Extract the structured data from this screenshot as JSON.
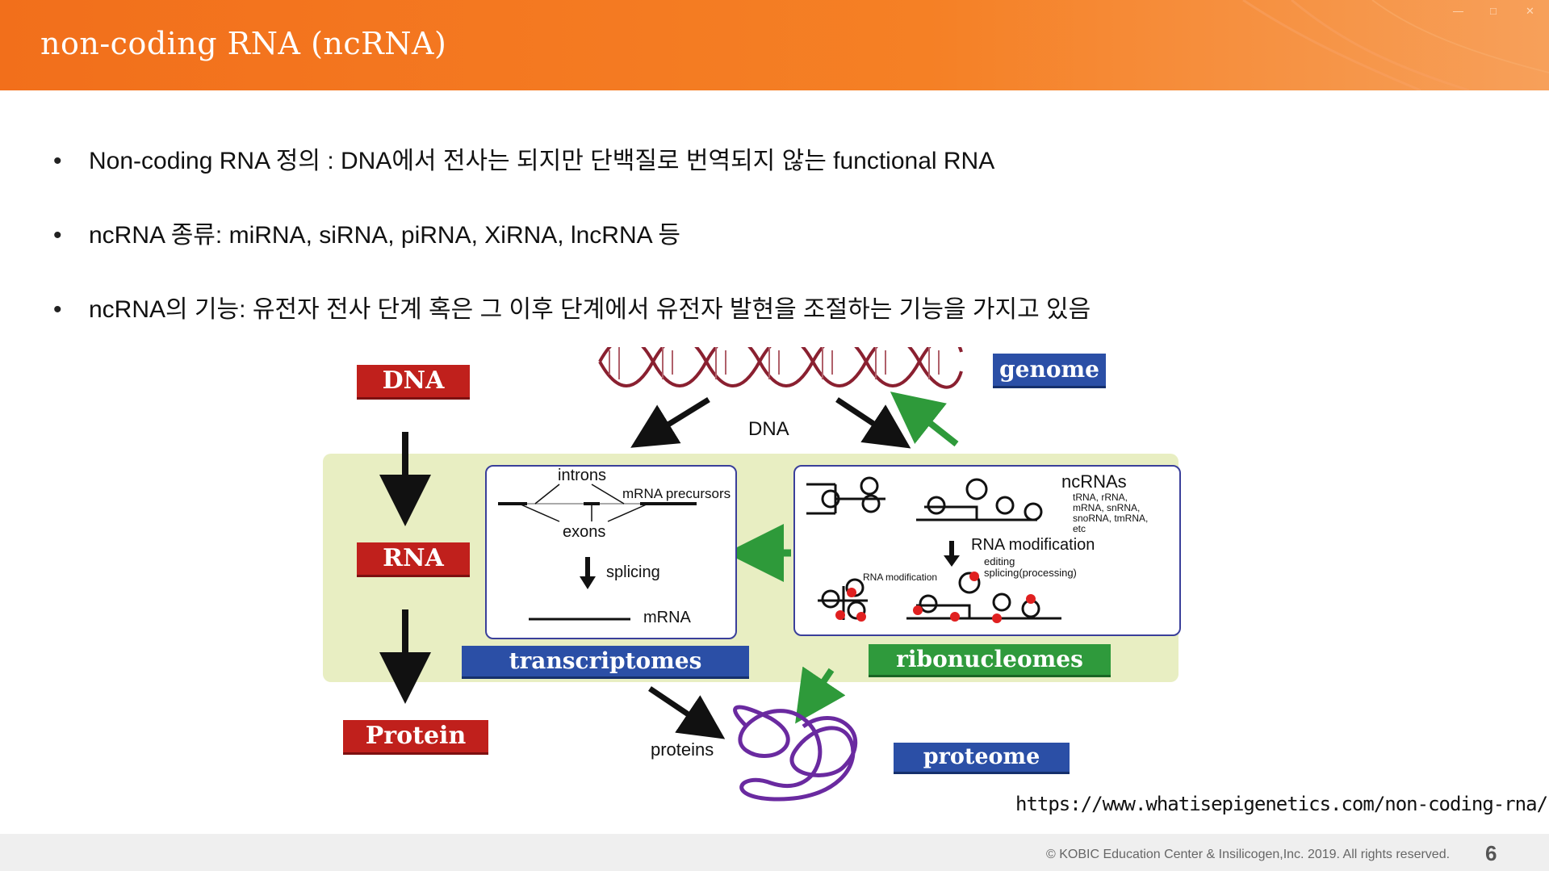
{
  "slide": {
    "title": "non-coding RNA (ncRNA)",
    "window_controls": [
      "—",
      "□",
      "✕"
    ]
  },
  "bullets": [
    {
      "marker": "•",
      "text": "Non-coding RNA 정의 : DNA에서 전사는 되지만 단백질로 번역되지 않는 functional RNA"
    },
    {
      "marker": "•",
      "text": "ncRNA 종류: miRNA, siRNA, piRNA, XiRNA, lncRNA 등"
    },
    {
      "marker": "•",
      "text": "ncRNA의 기능: 유전자 전사 단계 혹은 그 이후 단계에서 유전자 발현을 조절하는 기능을 가지고 있음"
    }
  ],
  "figure": {
    "left_labels": {
      "dna": "DNA",
      "rna": "RNA",
      "protein": "Protein"
    },
    "genome_label": "genome",
    "dna_text": "DNA",
    "introns": "introns",
    "mrna_precursors": "mRNA precursors",
    "exons": "exons",
    "splicing": "splicing",
    "mrna": "mRNA",
    "ncrnas": "ncRNAs",
    "ncrna_types_1": "tRNA, rRNA,",
    "ncrna_types_2": "mRNA, snRNA,",
    "ncrna_types_3": "snoRNA, tmRNA,",
    "ncrna_types_4": "etc",
    "rna_modification": "RNA modification",
    "editing": "editing",
    "splicing_processing": "splicing(processing)",
    "rna_modification_small": "RNA modification",
    "transcriptomes": "transcriptomes",
    "ribonucleomes": "ribonucleomes",
    "proteins": "proteins",
    "proteome": "proteome"
  },
  "source_url": "https://www.whatisepigenetics.com/non-coding-rna/",
  "footer": {
    "copyright": "© KOBIC Education Center & Insilicogen,Inc. 2019. All rights reserved.",
    "page_number": "6"
  },
  "colors": {
    "header": "#f26f1b",
    "label_red": "#c0201c",
    "label_blue": "#2b4fa6",
    "label_green": "#2f9a3c",
    "panel_green": "#e8eec2",
    "box_border": "#3a3f9a",
    "protein_coil": "#6a2aa0",
    "modification_dot": "#e02020"
  }
}
